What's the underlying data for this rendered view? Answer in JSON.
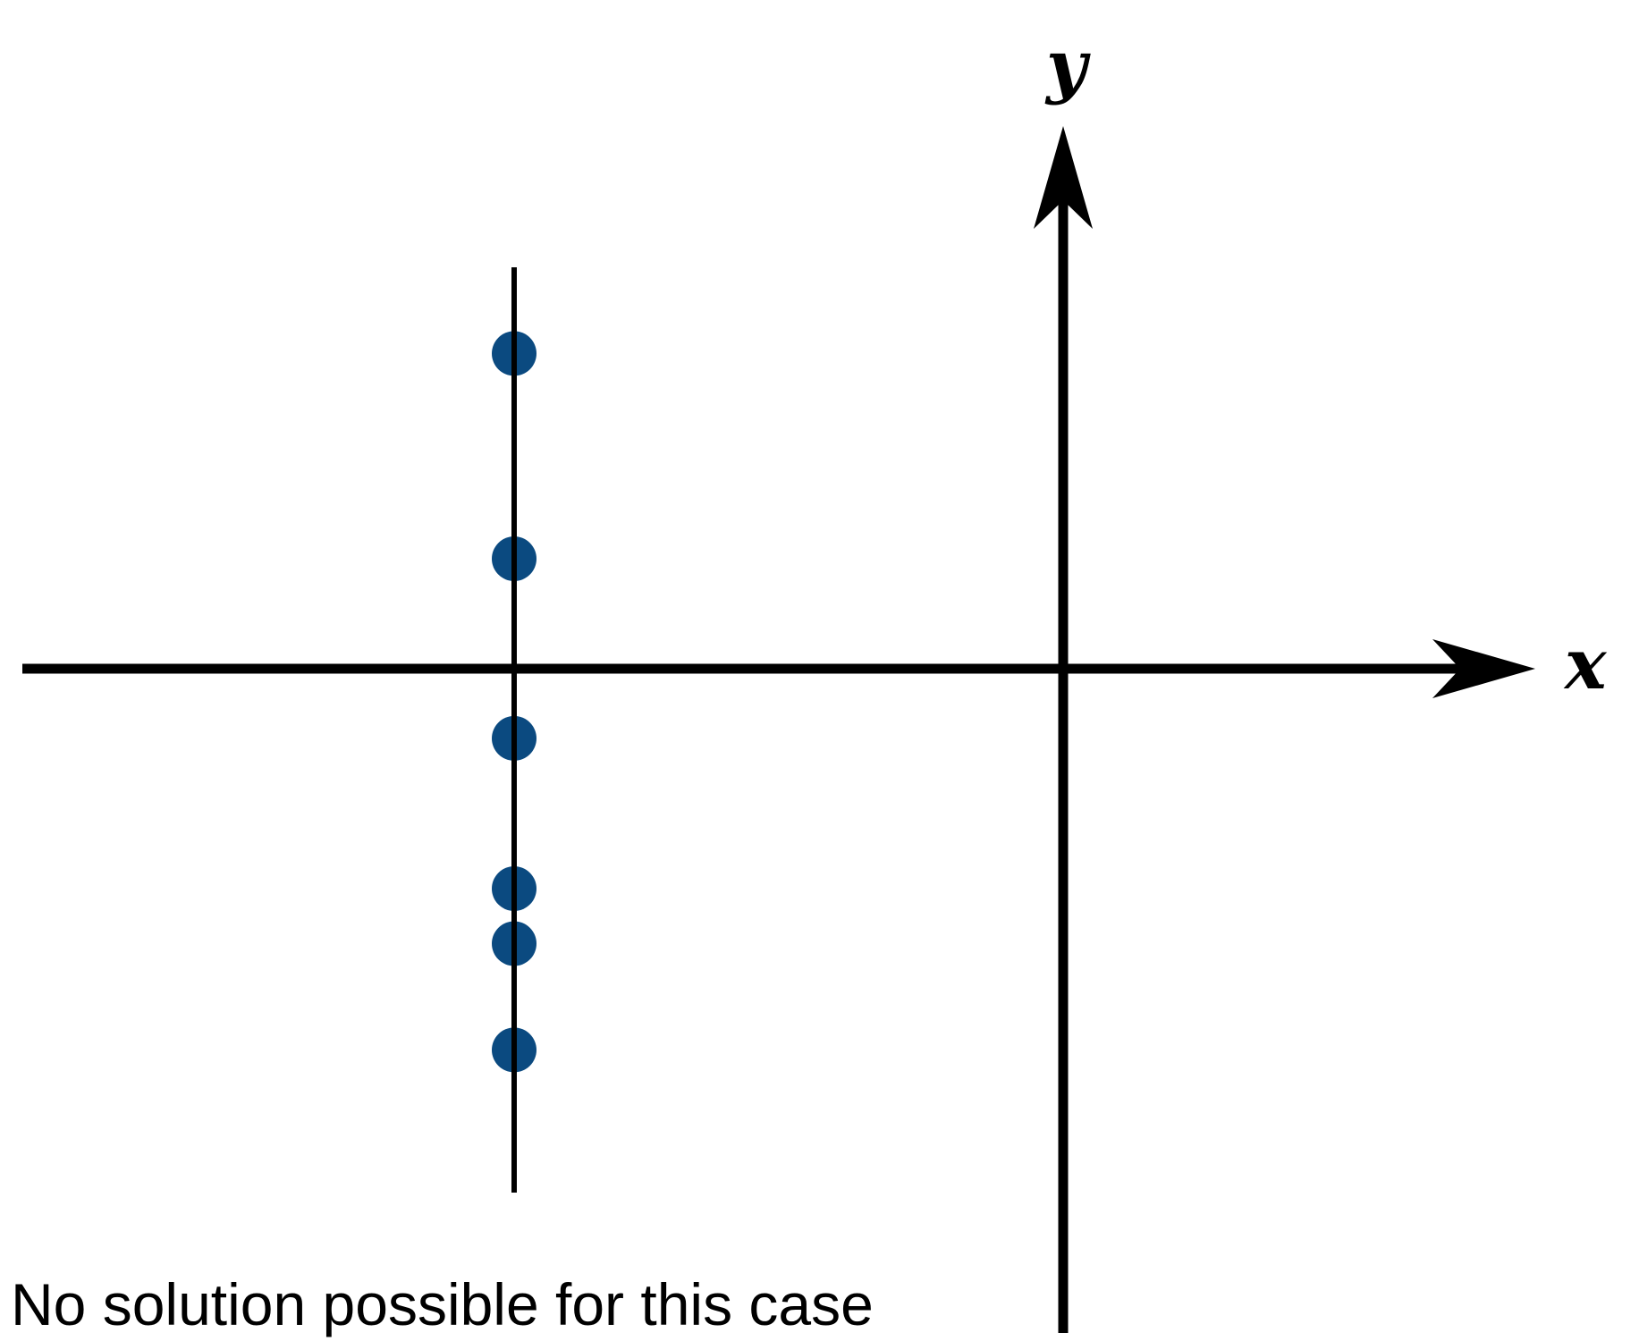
{
  "diagram": {
    "x_axis_label": "x",
    "y_axis_label": "y",
    "caption": "No solution possible for this case",
    "point_color": "#0b4a80",
    "line_color": "#000000"
  },
  "points": [
    {
      "label": "",
      "rel_y": 4.3
    },
    {
      "label": "",
      "rel_y": 1.5
    },
    {
      "label": "",
      "rel_y": -0.95
    },
    {
      "label": "",
      "rel_y": -3.0
    },
    {
      "label": "",
      "rel_y": -3.75
    },
    {
      "label": "",
      "rel_y": -5.2
    }
  ]
}
